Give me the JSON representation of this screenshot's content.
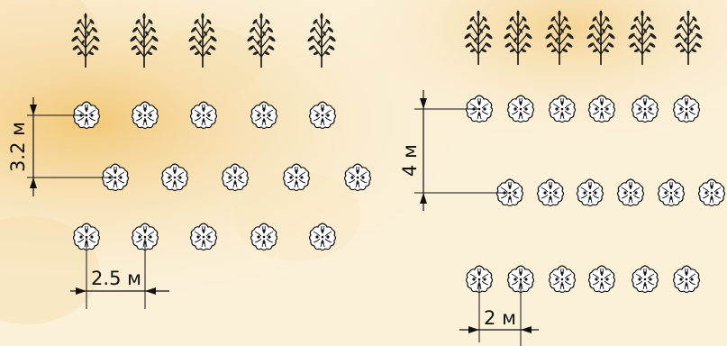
{
  "left_scheme": {
    "row_spacing_label": "3.2 м",
    "plant_spacing_label": "2.5 м"
  },
  "right_scheme": {
    "row_spacing_label": "4 м",
    "plant_spacing_label": "2 м"
  },
  "colors": {
    "background_light": "#fbf0d8",
    "background_warm": "#f4cf86",
    "ink": "#111111"
  },
  "icons": {
    "tree": "sapling-icon",
    "plant": "plant-top-view-icon"
  }
}
